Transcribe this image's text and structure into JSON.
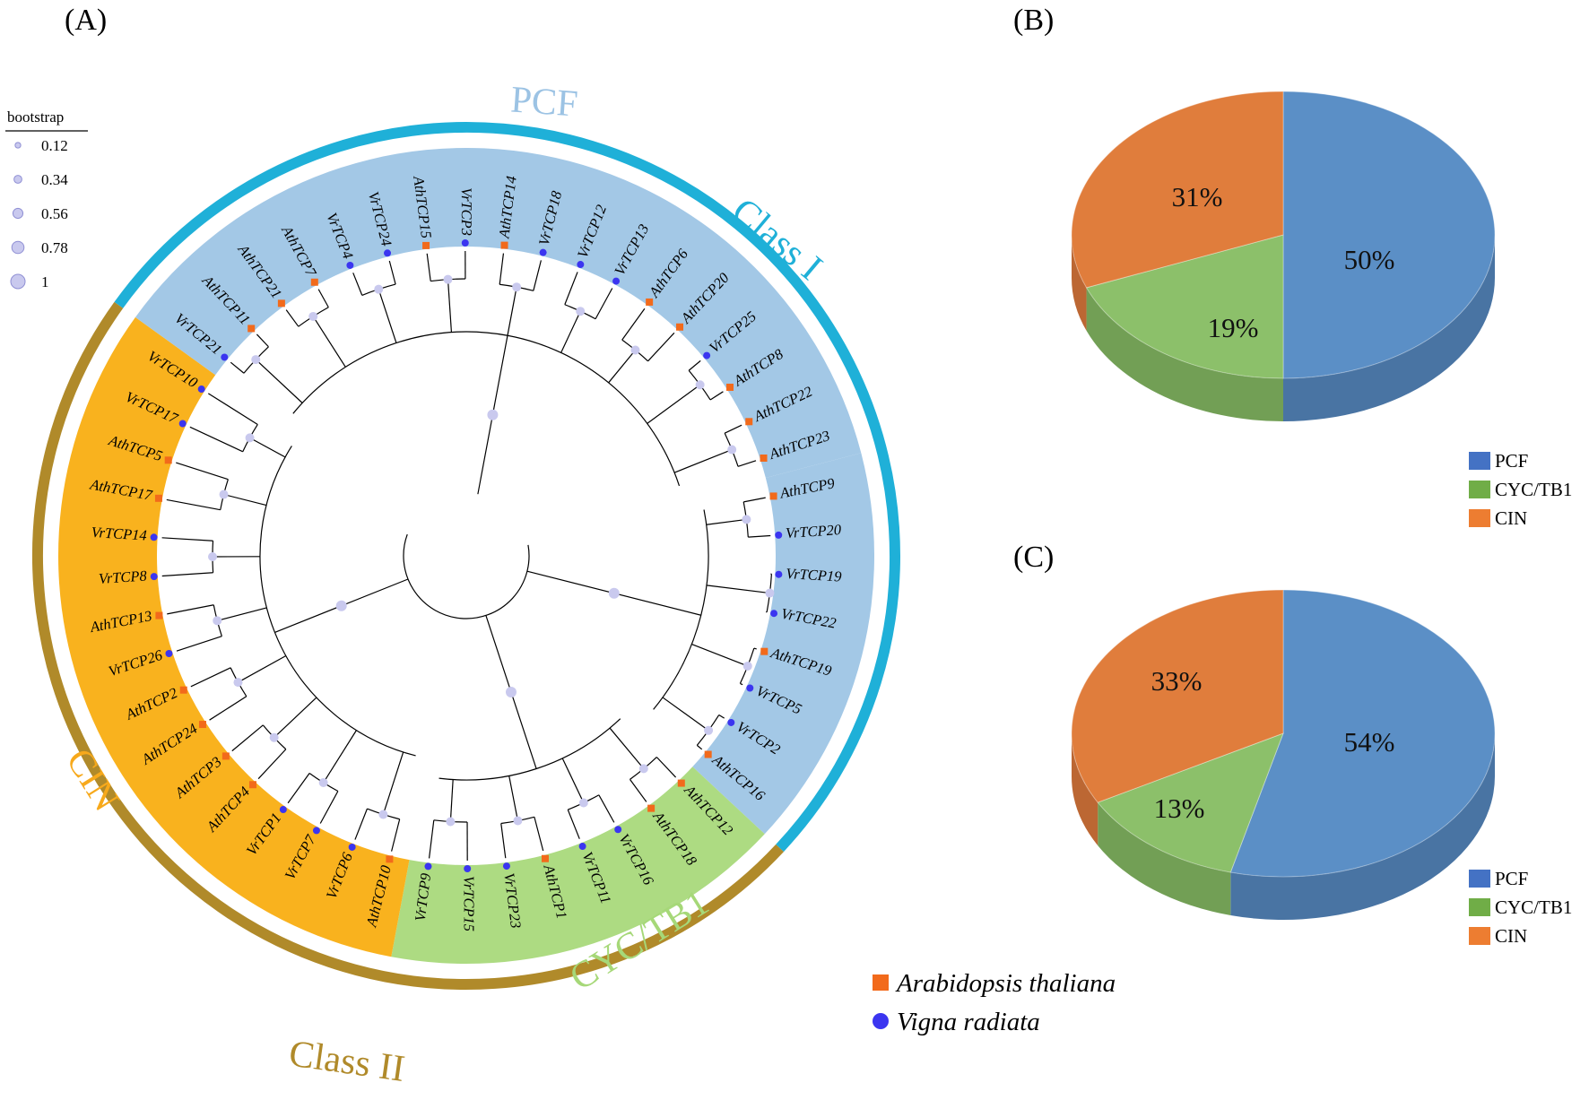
{
  "panels": {
    "a_label": "(A)",
    "b_label": "(B)",
    "c_label": "(C)"
  },
  "bootstrap_legend": {
    "title": "bootstrap",
    "values": [
      "0.12",
      "0.34",
      "0.56",
      "0.78",
      "1"
    ],
    "fraction": [
      0.12,
      0.34,
      0.56,
      0.78,
      1
    ]
  },
  "species_legend": [
    {
      "name": "Arabidopsis thaliana",
      "marker": "square",
      "color": "#f26a1b"
    },
    {
      "name": "Vigna radiata",
      "marker": "circle",
      "color": "#3b35f0"
    }
  ],
  "outer_ring_labels": {
    "pcf": "PCF",
    "class_i": "Class I",
    "cyc": "CYC/TB1",
    "class_ii": "Class II",
    "cin": "CIN"
  },
  "colors": {
    "pcf_fill": "#a3c8e6",
    "cin_fill": "#f9b21e",
    "cyc_fill": "#addb82",
    "class_i_ring": "#1fb0d8",
    "class_ii_ring": "#b08a2a",
    "pcf_text": "#9cc3e4",
    "cyc_text": "#a6d878",
    "cin_text": "#f7a91b",
    "class_i_text": "#1fb0d8",
    "class_ii_text": "#b08a2a",
    "pie_pcf": "#5b8fc6",
    "pie_cyc": "#8cc06a",
    "pie_cin": "#e07d3c",
    "athaliana": "#f26a1b",
    "vradiata": "#3b35f0",
    "bootstrap": "#c9c9ee"
  },
  "leaves": [
    {
      "name": "AthTCP9",
      "species": "Ath",
      "clade": "PCF"
    },
    {
      "name": "VrTCP20",
      "species": "Vr",
      "clade": "PCF"
    },
    {
      "name": "VrTCP19",
      "species": "Vr",
      "clade": "PCF"
    },
    {
      "name": "VrTCP22",
      "species": "Vr",
      "clade": "PCF"
    },
    {
      "name": "AthTCP19",
      "species": "Ath",
      "clade": "PCF"
    },
    {
      "name": "VrTCP5",
      "species": "Vr",
      "clade": "PCF"
    },
    {
      "name": "VrTCP2",
      "species": "Vr",
      "clade": "PCF"
    },
    {
      "name": "AthTCP16",
      "species": "Ath",
      "clade": "PCF"
    },
    {
      "name": "AthTCP12",
      "species": "Ath",
      "clade": "CYC/TB1"
    },
    {
      "name": "AthTCP18",
      "species": "Ath",
      "clade": "CYC/TB1"
    },
    {
      "name": "VrTCP16",
      "species": "Vr",
      "clade": "CYC/TB1"
    },
    {
      "name": "VrTCP11",
      "species": "Vr",
      "clade": "CYC/TB1"
    },
    {
      "name": "AthTCP1",
      "species": "Ath",
      "clade": "CYC/TB1"
    },
    {
      "name": "VrTCP23",
      "species": "Vr",
      "clade": "CYC/TB1"
    },
    {
      "name": "VrTCP15",
      "species": "Vr",
      "clade": "CYC/TB1"
    },
    {
      "name": "VrTCP9",
      "species": "Vr",
      "clade": "CYC/TB1"
    },
    {
      "name": "AthTCP10",
      "species": "Ath",
      "clade": "CIN"
    },
    {
      "name": "VrTCP6",
      "species": "Vr",
      "clade": "CIN"
    },
    {
      "name": "VrTCP7",
      "species": "Vr",
      "clade": "CIN"
    },
    {
      "name": "VrTCP1",
      "species": "Vr",
      "clade": "CIN"
    },
    {
      "name": "AthTCP4",
      "species": "Ath",
      "clade": "CIN"
    },
    {
      "name": "AthTCP3",
      "species": "Ath",
      "clade": "CIN"
    },
    {
      "name": "AthTCP24",
      "species": "Ath",
      "clade": "CIN"
    },
    {
      "name": "AthTCP2",
      "species": "Ath",
      "clade": "CIN"
    },
    {
      "name": "VrTCP26",
      "species": "Vr",
      "clade": "CIN"
    },
    {
      "name": "AthTCP13",
      "species": "Ath",
      "clade": "CIN"
    },
    {
      "name": "VrTCP8",
      "species": "Vr",
      "clade": "CIN"
    },
    {
      "name": "VrTCP14",
      "species": "Vr",
      "clade": "CIN"
    },
    {
      "name": "AthTCP17",
      "species": "Ath",
      "clade": "CIN"
    },
    {
      "name": "AthTCP5",
      "species": "Ath",
      "clade": "CIN"
    },
    {
      "name": "VrTCP17",
      "species": "Vr",
      "clade": "CIN"
    },
    {
      "name": "VrTCP10",
      "species": "Vr",
      "clade": "CIN"
    },
    {
      "name": "VrTCP21",
      "species": "Vr",
      "clade": "PCF"
    },
    {
      "name": "AthTCP11",
      "species": "Ath",
      "clade": "PCF"
    },
    {
      "name": "AthTCP21",
      "species": "Ath",
      "clade": "PCF"
    },
    {
      "name": "AthTCP7",
      "species": "Ath",
      "clade": "PCF"
    },
    {
      "name": "VrTCP4",
      "species": "Vr",
      "clade": "PCF"
    },
    {
      "name": "VrTCP24",
      "species": "Vr",
      "clade": "PCF"
    },
    {
      "name": "AthTCP15",
      "species": "Ath",
      "clade": "PCF"
    },
    {
      "name": "VrTCP3",
      "species": "Vr",
      "clade": "PCF"
    },
    {
      "name": "AthTCP14",
      "species": "Ath",
      "clade": "PCF"
    },
    {
      "name": "VrTCP18",
      "species": "Vr",
      "clade": "PCF"
    },
    {
      "name": "VrTCP12",
      "species": "Vr",
      "clade": "PCF"
    },
    {
      "name": "VrTCP13",
      "species": "Vr",
      "clade": "PCF"
    },
    {
      "name": "AthTCP6",
      "species": "Ath",
      "clade": "PCF"
    },
    {
      "name": "AthTCP20",
      "species": "Ath",
      "clade": "PCF"
    },
    {
      "name": "VrTCP25",
      "species": "Vr",
      "clade": "PCF"
    },
    {
      "name": "AthTCP8",
      "species": "Ath",
      "clade": "PCF"
    },
    {
      "name": "AthTCP22",
      "species": "Ath",
      "clade": "PCF"
    },
    {
      "name": "AthTCP23",
      "species": "Ath",
      "clade": "PCF"
    }
  ],
  "chart_data": [
    {
      "type": "pie",
      "panel": "(B)",
      "labels": [
        "PCF",
        "CYC/TB1",
        "CIN"
      ],
      "values": [
        50,
        19,
        31
      ],
      "value_labels": [
        "50%",
        "19%",
        "31%"
      ],
      "legend": [
        "PCF",
        "CYC/TB1",
        "CIN"
      ],
      "legend_position": "bottom-right",
      "style": "3d"
    },
    {
      "type": "pie",
      "panel": "(C)",
      "labels": [
        "PCF",
        "CYC/TB1",
        "CIN"
      ],
      "values": [
        54,
        13,
        33
      ],
      "value_labels": [
        "54%",
        "13%",
        "33%"
      ],
      "legend": [
        "PCF",
        "CYC/TB1",
        "CIN"
      ],
      "legend_position": "bottom-right",
      "style": "3d"
    }
  ]
}
